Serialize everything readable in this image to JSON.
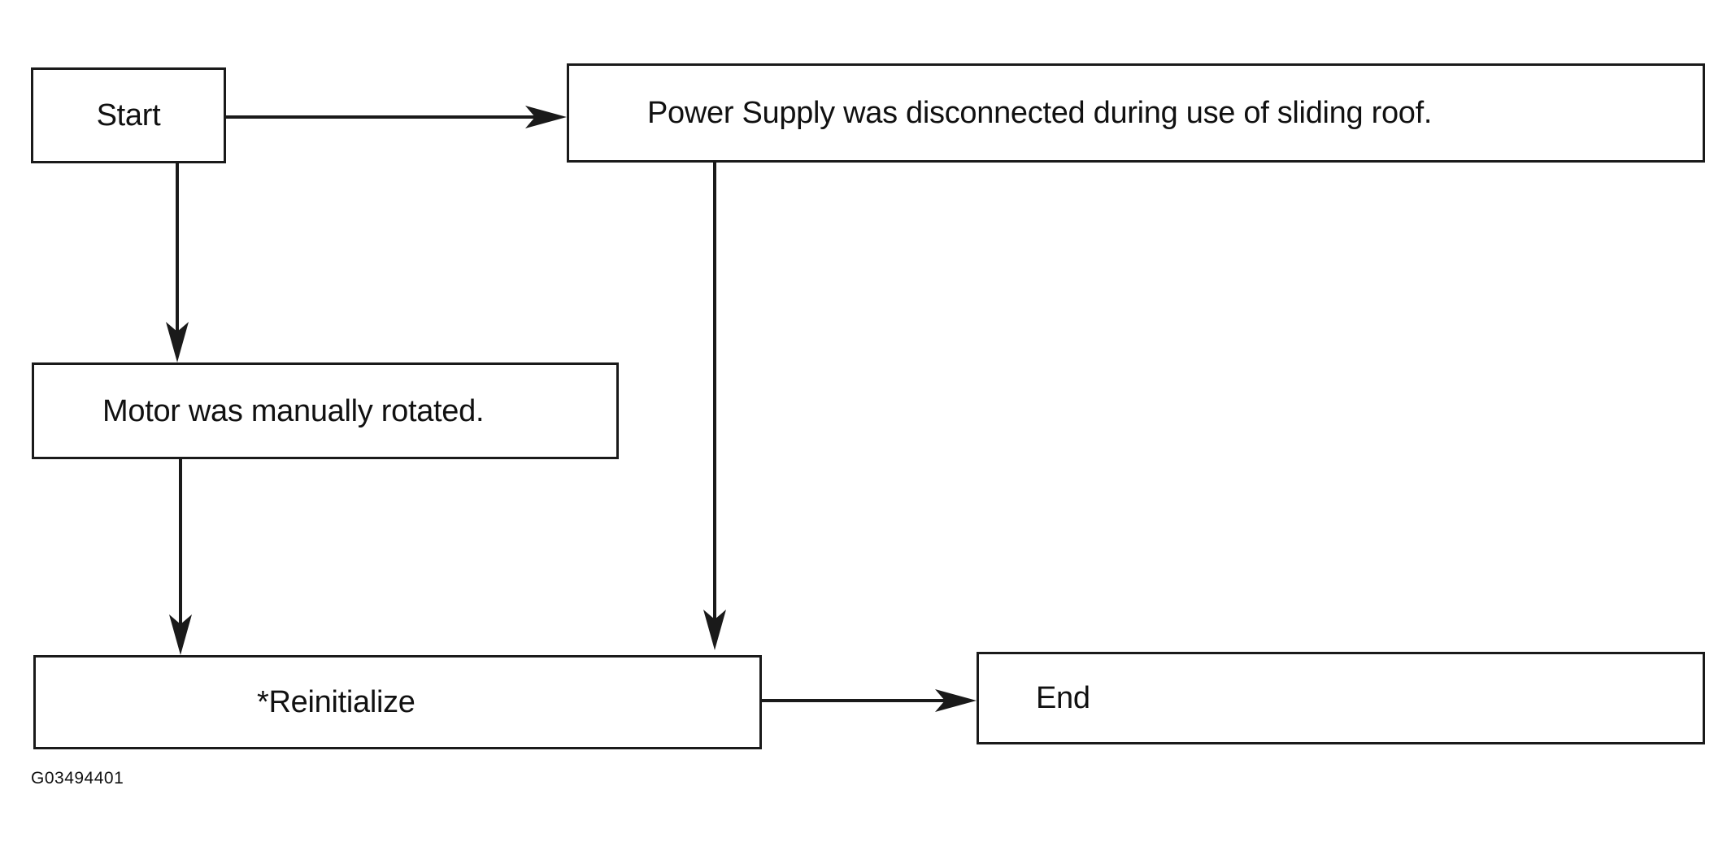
{
  "diagram": {
    "nodes": {
      "start": "Start",
      "power_supply": "Power Supply was disconnected during use of sliding roof.",
      "motor": "Motor was manually rotated.",
      "reinitialize": "*Reinitialize",
      "end": "End"
    },
    "edges": [
      {
        "from": "start",
        "to": "power_supply"
      },
      {
        "from": "start",
        "to": "motor"
      },
      {
        "from": "motor",
        "to": "reinitialize"
      },
      {
        "from": "power_supply",
        "to": "reinitialize"
      },
      {
        "from": "reinitialize",
        "to": "end"
      }
    ],
    "figure_code": "G03494401"
  }
}
